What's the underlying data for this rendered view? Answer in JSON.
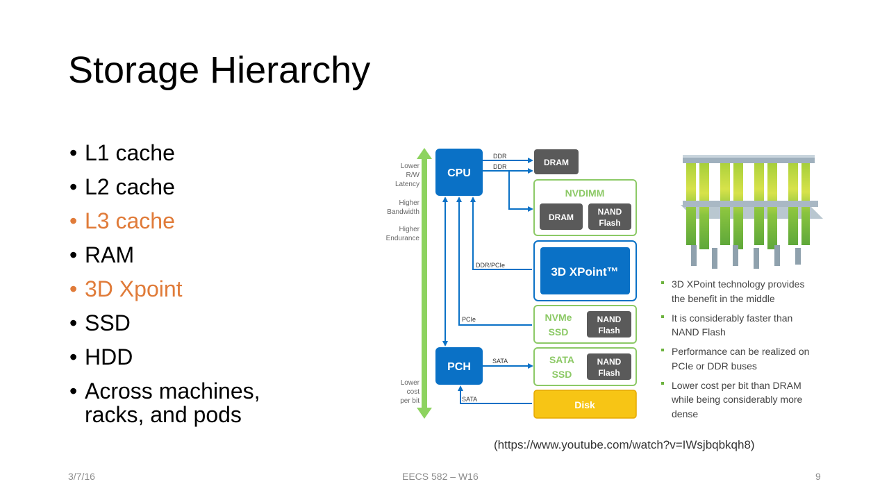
{
  "slide": {
    "title": "Storage Hierarchy",
    "bullets": [
      {
        "text": "L1 cache",
        "highlight": false
      },
      {
        "text": "L2 cache",
        "highlight": false
      },
      {
        "text": "L3 cache",
        "highlight": true
      },
      {
        "text": "RAM",
        "highlight": false
      },
      {
        "text": "3D Xpoint",
        "highlight": true
      },
      {
        "text": "SSD",
        "highlight": false
      },
      {
        "text": "HDD",
        "highlight": false
      },
      {
        "text": "Across machines, racks, and pods",
        "highlight": false
      }
    ],
    "highlight_color": "#e07b39"
  },
  "diagram": {
    "axis_top": {
      "l1": "Lower",
      "l2": "R/W",
      "l3": "Latency",
      "l4": "Higher",
      "l5": "Bandwidth",
      "l6": "Higher",
      "l7": "Endurance"
    },
    "axis_bottom": {
      "l1": "Lower",
      "l2": "cost",
      "l3": "per bit"
    },
    "cpu": "CPU",
    "pch": "PCH",
    "links": {
      "ddr1": "DDR",
      "ddr2": "DDR",
      "ddr_pcie": "DDR/PCIe",
      "pcie": "PCIe",
      "sata1": "SATA",
      "sata2": "SATA"
    },
    "dram": "DRAM",
    "nvdimm": {
      "title": "NVDIMM",
      "dram": "DRAM",
      "nand1": "NAND",
      "nand2": "Flash"
    },
    "xpoint": "3D XPoint™",
    "nvme": {
      "t1": "NVMe",
      "t2": "SSD",
      "nand1": "NAND",
      "nand2": "Flash"
    },
    "sata_ssd": {
      "t1": "SATA",
      "t2": "SSD",
      "nand1": "NAND",
      "nand2": "Flash"
    },
    "disk": "Disk",
    "notes": [
      {
        "l1": "3D XPoint technology provides",
        "l2": "the benefit in the middle"
      },
      {
        "l1": "It is considerably faster than",
        "l2": "NAND Flash"
      },
      {
        "l1": "Performance can be realized on",
        "l2": "PCIe or DDR buses"
      },
      {
        "l1": "Lower cost per bit than DRAM",
        "l2": "while being considerably more",
        "l3": "dense"
      }
    ],
    "colors": {
      "blue": "#0a71c6",
      "green_border": "#8cc966",
      "gray_box": "#5a5a5a",
      "disk": "#f7c515",
      "arrow_green": "#8dd35f"
    }
  },
  "source": "(https://www.youtube.com/watch?v=IWsjbqbkqh8)",
  "footer": {
    "date": "3/7/16",
    "course": "EECS 582 – W16",
    "page": "9"
  }
}
